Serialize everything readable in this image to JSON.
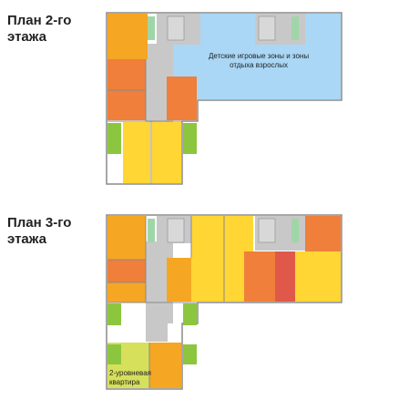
{
  "floors": [
    {
      "title": "План 2-го\nэтажа",
      "zone_label": "Детские игровые зоны и зоны\nотдыха взрослых"
    },
    {
      "title": "План 3-го\nэтажа",
      "zone_label": "2-уровневая\nквартира"
    }
  ],
  "colors": {
    "outline": "#8a8a8a",
    "orange_light": "#f5a623",
    "orange": "#ef7f3a",
    "red": "#e0584a",
    "yellow": "#ffd633",
    "yellow_green": "#d7e05a",
    "green": "#8cc63f",
    "blue": "#a9d7f5",
    "gray": "#c8c8c8",
    "stairs": "#d8d8d8",
    "elevator": "#9fd6a8"
  }
}
